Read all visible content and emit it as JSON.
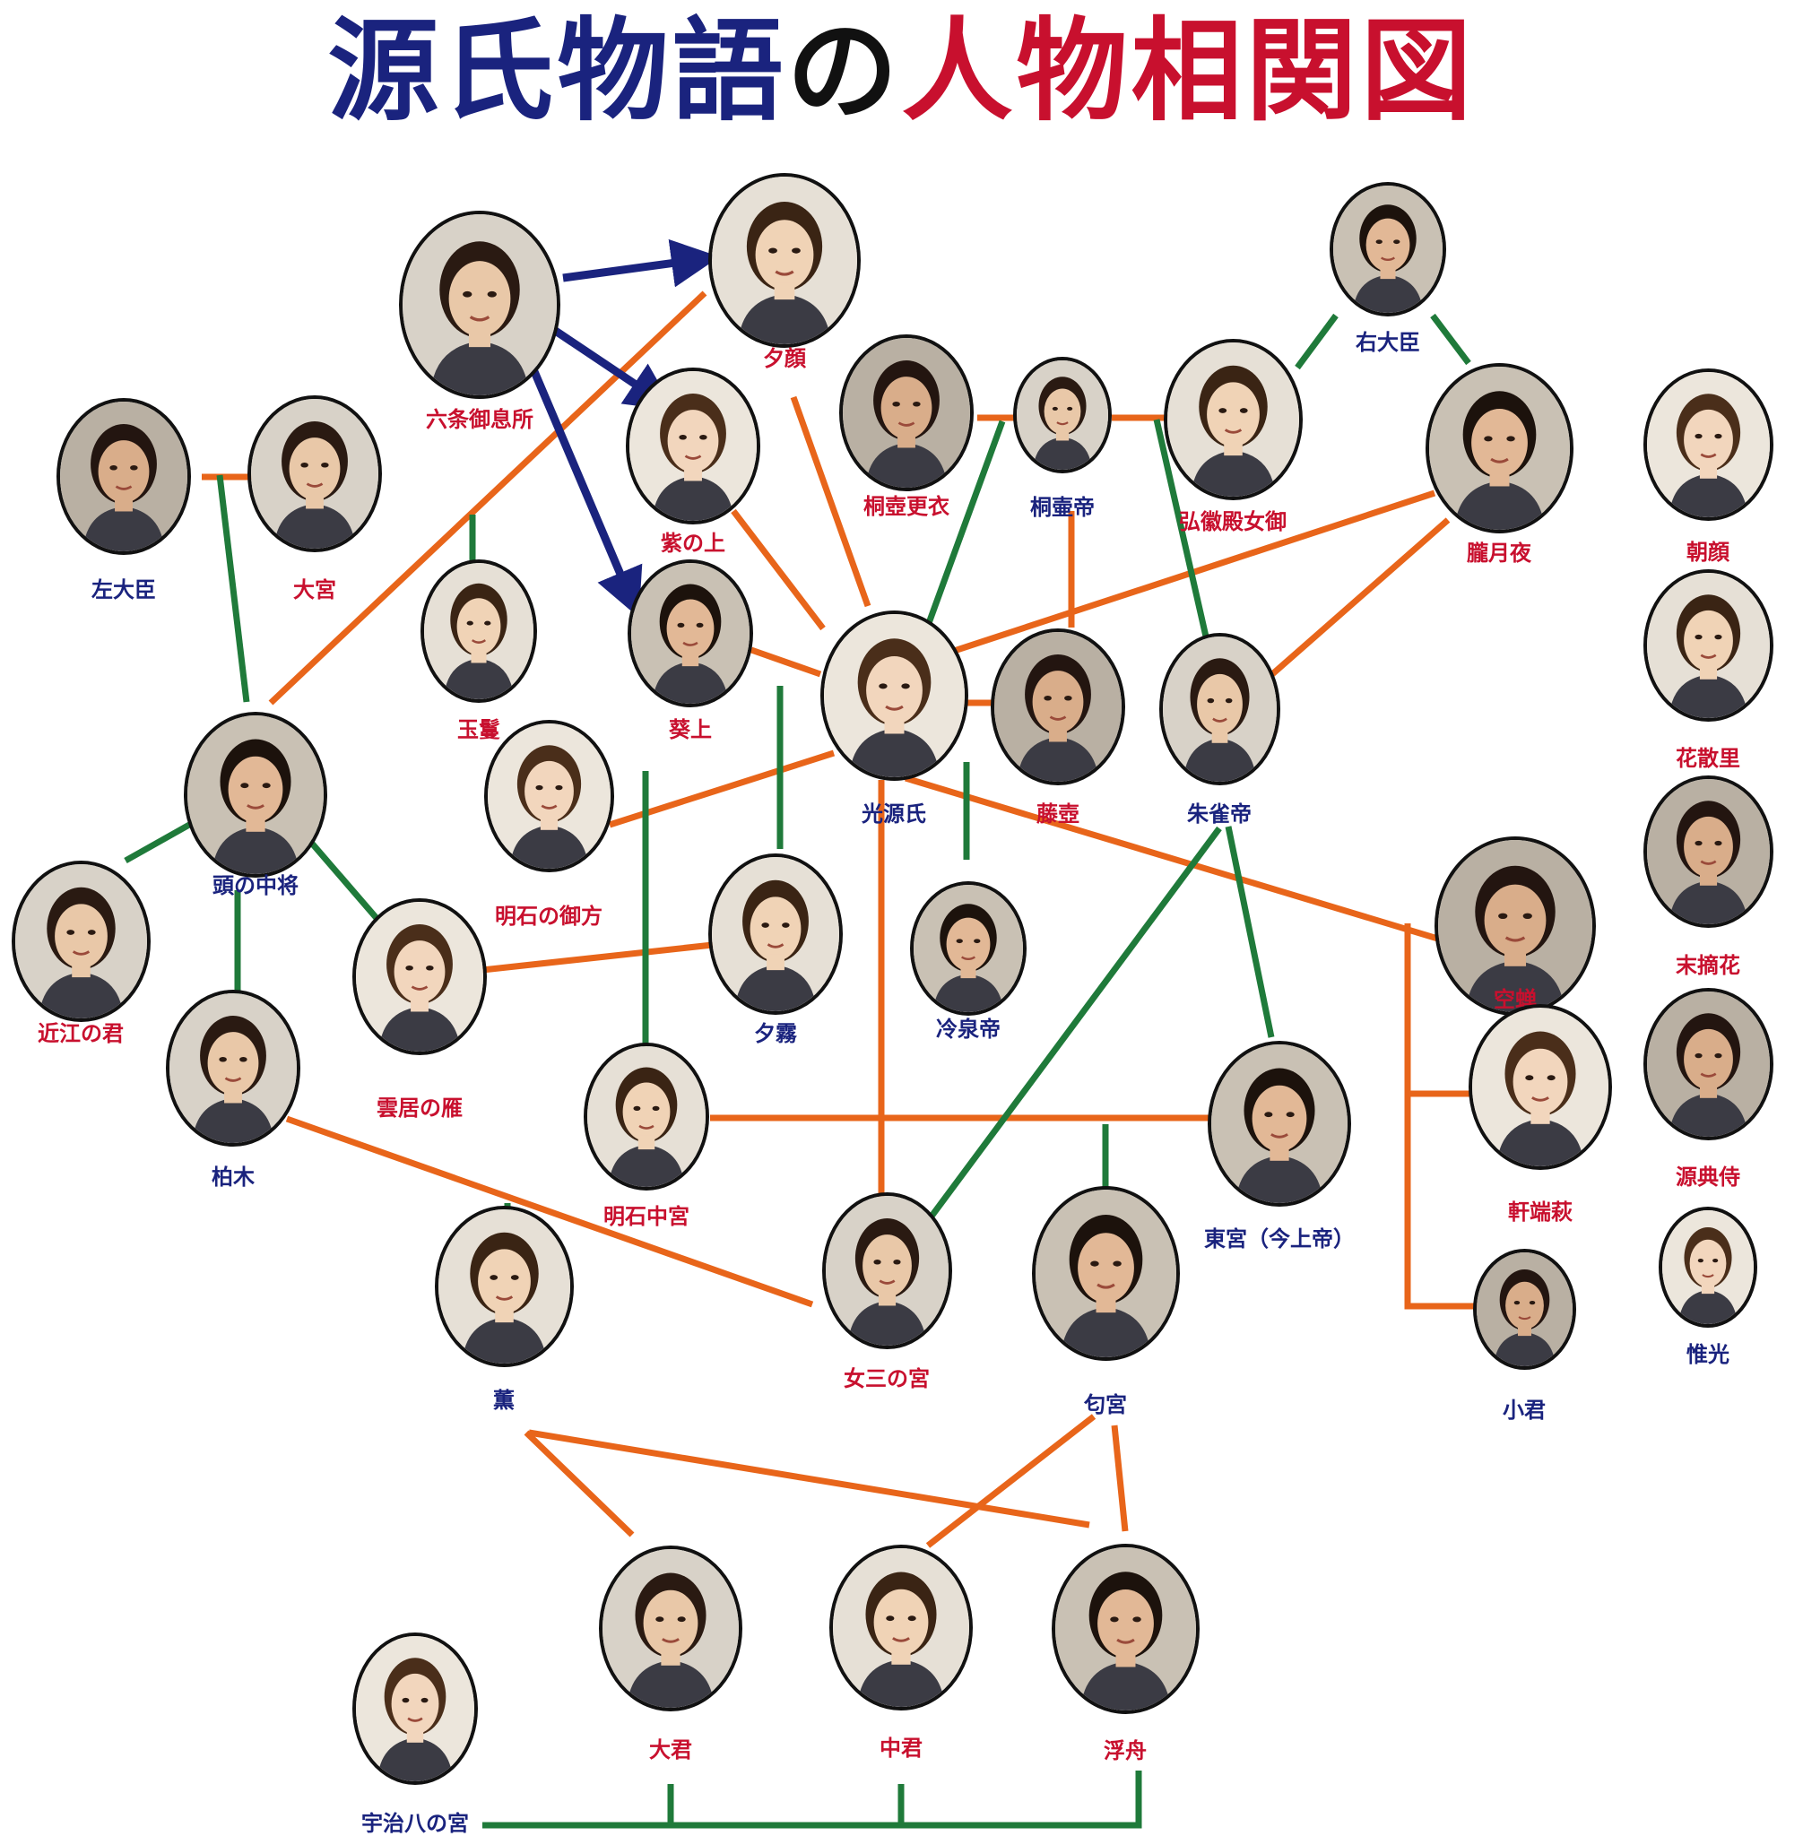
{
  "title": {
    "part1": "源氏物語",
    "part2": "の",
    "part3": "人物相関図",
    "colors": {
      "part1": "#1a237e",
      "part2": "#111111",
      "part3": "#c8102e"
    }
  },
  "colors": {
    "male_label": "#1a237e",
    "female_label": "#c8102e",
    "line_orange": "#e8651a",
    "line_green": "#1f7a3a",
    "arrow_navy": "#1a237e"
  },
  "characters": [
    {
      "id": "rokujo",
      "name": "六条御息所",
      "gender": "female"
    },
    {
      "id": "yugao",
      "name": "夕顔",
      "gender": "female"
    },
    {
      "id": "udaijin",
      "name": "右大臣",
      "gender": "male"
    },
    {
      "id": "murasaki",
      "name": "紫の上",
      "gender": "female"
    },
    {
      "id": "kiritsubo_koi",
      "name": "桐壺更衣",
      "gender": "female"
    },
    {
      "id": "kiritsubo_tei",
      "name": "桐壷帝",
      "gender": "male"
    },
    {
      "id": "kokiden",
      "name": "弘徽殿女御",
      "gender": "female"
    },
    {
      "id": "oborozukiyo",
      "name": "朧月夜",
      "gender": "female"
    },
    {
      "id": "asagao",
      "name": "朝顔",
      "gender": "female"
    },
    {
      "id": "sadaijin",
      "name": "左大臣",
      "gender": "male"
    },
    {
      "id": "omiya",
      "name": "大宮",
      "gender": "female"
    },
    {
      "id": "tamakazura",
      "name": "玉鬘",
      "gender": "female"
    },
    {
      "id": "aoi",
      "name": "葵上",
      "gender": "female"
    },
    {
      "id": "genji",
      "name": "光源氏",
      "gender": "male"
    },
    {
      "id": "fujitsubo",
      "name": "藤壺",
      "gender": "female"
    },
    {
      "id": "suzaku",
      "name": "朱雀帝",
      "gender": "male"
    },
    {
      "id": "hanachirusato",
      "name": "花散里",
      "gender": "female"
    },
    {
      "id": "to_chujo",
      "name": "頭の中将",
      "gender": "male"
    },
    {
      "id": "akashi",
      "name": "明石の御方",
      "gender": "female"
    },
    {
      "id": "suetsumuhana",
      "name": "末摘花",
      "gender": "female"
    },
    {
      "id": "omi",
      "name": "近江の君",
      "gender": "female"
    },
    {
      "id": "yugiri",
      "name": "夕霧",
      "gender": "male"
    },
    {
      "id": "reizei",
      "name": "冷泉帝",
      "gender": "male"
    },
    {
      "id": "kumoinokari",
      "name": "雲居の雁",
      "gender": "female"
    },
    {
      "id": "utsusemi",
      "name": "空蝉",
      "gender": "female"
    },
    {
      "id": "kashiwagi",
      "name": "柏木",
      "gender": "male"
    },
    {
      "id": "akashi_chugu",
      "name": "明石中宮",
      "gender": "female"
    },
    {
      "id": "togu",
      "name": "東宮（今上帝）",
      "gender": "male"
    },
    {
      "id": "nokiba",
      "name": "軒端萩",
      "gender": "female"
    },
    {
      "id": "naishi",
      "name": "源典侍",
      "gender": "female"
    },
    {
      "id": "onnasan",
      "name": "女三の宮",
      "gender": "female"
    },
    {
      "id": "kaoru",
      "name": "薫",
      "gender": "male"
    },
    {
      "id": "niou",
      "name": "匂宮",
      "gender": "male"
    },
    {
      "id": "koremitsu",
      "name": "惟光",
      "gender": "male"
    },
    {
      "id": "kogimi",
      "name": "小君",
      "gender": "male"
    },
    {
      "id": "oigimi",
      "name": "大君",
      "gender": "female"
    },
    {
      "id": "nakanokimi",
      "name": "中君",
      "gender": "female"
    },
    {
      "id": "ukifune",
      "name": "浮舟",
      "gender": "female"
    },
    {
      "id": "hachinomiya",
      "name": "宇治八の宮",
      "gender": "male"
    }
  ]
}
